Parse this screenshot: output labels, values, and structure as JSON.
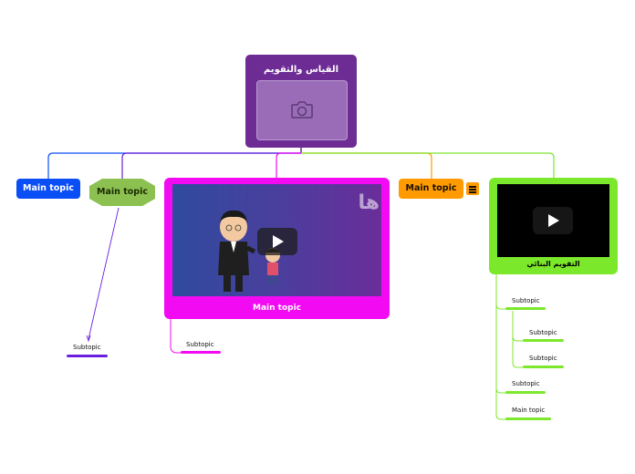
{
  "root": {
    "title": "القياس والتقويم",
    "image_icon": "camera-icon"
  },
  "topics": [
    {
      "id": "blue",
      "label": "Main topic",
      "color": "#0a4ef5"
    },
    {
      "id": "hex",
      "label": "Main topic",
      "color": "#8cc152"
    },
    {
      "id": "video",
      "label": "Main topic",
      "color": "#f20bf2"
    },
    {
      "id": "orange",
      "label": "Main topic",
      "color": "#ff9a00",
      "has_note": true
    },
    {
      "id": "green",
      "label": "التقويم البنائي",
      "color": "#7ce82c"
    }
  ],
  "subtopics": {
    "hex": [
      "Subtopic"
    ],
    "video": [
      "Subtopic"
    ],
    "green": [
      "Subtopic",
      "Subtopic",
      "Subtopic",
      "Subtopic",
      "Main topic"
    ]
  },
  "video_overlay_text": "ها",
  "colors": {
    "root": "#6d2b94",
    "purple_line": "#6a1fe0"
  }
}
